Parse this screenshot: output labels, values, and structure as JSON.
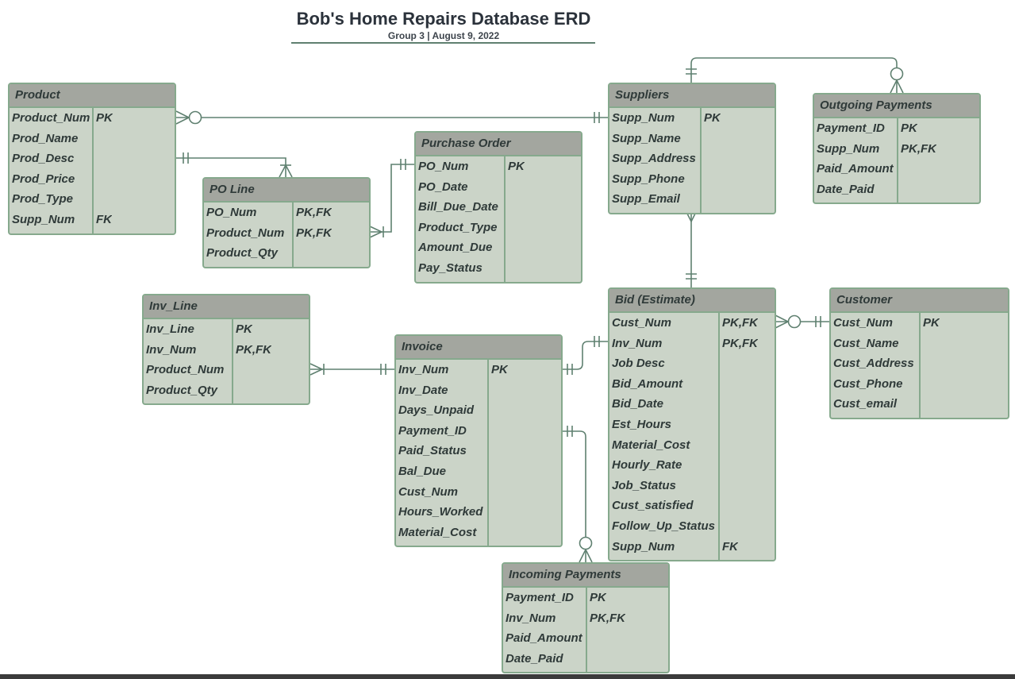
{
  "title": "Bob's Home Repairs Database ERD",
  "subtitle": "Group 3  |  August 9, 2022",
  "colors": {
    "entity_fill": "#cbd4c8",
    "entity_header": "#a3a69f",
    "entity_border": "#86a98d",
    "connector": "#5f8070",
    "text": "#2f3a39"
  },
  "entities": [
    {
      "id": "product",
      "title": "Product",
      "fields": [
        {
          "name": "Product_Num",
          "key": "PK"
        },
        {
          "name": "Prod_Name",
          "key": ""
        },
        {
          "name": "Prod_Desc",
          "key": ""
        },
        {
          "name": "Prod_Price",
          "key": ""
        },
        {
          "name": "Prod_Type",
          "key": ""
        },
        {
          "name": "Supp_Num",
          "key": "FK"
        }
      ]
    },
    {
      "id": "po-line",
      "title": "PO Line",
      "fields": [
        {
          "name": "PO_Num",
          "key": "PK,FK"
        },
        {
          "name": "Product_Num",
          "key": "PK,FK"
        },
        {
          "name": "Product_Qty",
          "key": ""
        }
      ]
    },
    {
      "id": "purchase-order",
      "title": "Purchase Order",
      "fields": [
        {
          "name": "PO_Num",
          "key": "PK"
        },
        {
          "name": "PO_Date",
          "key": ""
        },
        {
          "name": "Bill_Due_Date",
          "key": ""
        },
        {
          "name": "Product_Type",
          "key": ""
        },
        {
          "name": "Amount_Due",
          "key": ""
        },
        {
          "name": "Pay_Status",
          "key": ""
        }
      ]
    },
    {
      "id": "suppliers",
      "title": "Suppliers",
      "fields": [
        {
          "name": "Supp_Num",
          "key": "PK"
        },
        {
          "name": "Supp_Name",
          "key": ""
        },
        {
          "name": "Supp_Address",
          "key": ""
        },
        {
          "name": "Supp_Phone",
          "key": ""
        },
        {
          "name": "Supp_Email",
          "key": ""
        }
      ]
    },
    {
      "id": "outgoing-payments",
      "title": "Outgoing Payments",
      "fields": [
        {
          "name": "Payment_ID",
          "key": "PK"
        },
        {
          "name": "Supp_Num",
          "key": "PK,FK"
        },
        {
          "name": "Paid_Amount",
          "key": ""
        },
        {
          "name": "Date_Paid",
          "key": ""
        }
      ]
    },
    {
      "id": "inv-line",
      "title": "Inv_Line",
      "fields": [
        {
          "name": "Inv_Line",
          "key": "PK"
        },
        {
          "name": "Inv_Num",
          "key": "PK,FK"
        },
        {
          "name": "Product_Num",
          "key": ""
        },
        {
          "name": "Product_Qty",
          "key": ""
        }
      ]
    },
    {
      "id": "invoice",
      "title": "Invoice",
      "fields": [
        {
          "name": "Inv_Num",
          "key": "PK"
        },
        {
          "name": "Inv_Date",
          "key": ""
        },
        {
          "name": "Days_Unpaid",
          "key": ""
        },
        {
          "name": "Payment_ID",
          "key": ""
        },
        {
          "name": "Paid_Status",
          "key": ""
        },
        {
          "name": "Bal_Due",
          "key": ""
        },
        {
          "name": "Cust_Num",
          "key": ""
        },
        {
          "name": "Hours_Worked",
          "key": ""
        },
        {
          "name": "Material_Cost",
          "key": ""
        }
      ]
    },
    {
      "id": "bid-estimate",
      "title": "Bid (Estimate)",
      "fields": [
        {
          "name": "Cust_Num",
          "key": "PK,FK"
        },
        {
          "name": "Inv_Num",
          "key": "PK,FK"
        },
        {
          "name": "Job Desc",
          "key": ""
        },
        {
          "name": "Bid_Amount",
          "key": ""
        },
        {
          "name": "Bid_Date",
          "key": ""
        },
        {
          "name": "Est_Hours",
          "key": ""
        },
        {
          "name": "Material_Cost",
          "key": ""
        },
        {
          "name": "Hourly_Rate",
          "key": ""
        },
        {
          "name": "Job_Status",
          "key": ""
        },
        {
          "name": "Cust_satisfied",
          "key": ""
        },
        {
          "name": "Follow_Up_Status",
          "key": ""
        },
        {
          "name": "Supp_Num",
          "key": "FK"
        }
      ]
    },
    {
      "id": "customer",
      "title": "Customer",
      "fields": [
        {
          "name": "Cust_Num",
          "key": "PK"
        },
        {
          "name": "Cust_Name",
          "key": ""
        },
        {
          "name": "Cust_Address",
          "key": ""
        },
        {
          "name": "Cust_Phone",
          "key": ""
        },
        {
          "name": "Cust_email",
          "key": ""
        }
      ]
    },
    {
      "id": "incoming-payments",
      "title": "Incoming Payments",
      "fields": [
        {
          "name": "Payment_ID",
          "key": "PK"
        },
        {
          "name": "Inv_Num",
          "key": "PK,FK"
        },
        {
          "name": "Paid_Amount",
          "key": ""
        },
        {
          "name": "Date_Paid",
          "key": ""
        }
      ]
    }
  ],
  "relationships": [
    {
      "from": "product",
      "to": "suppliers",
      "from_end": "zero-or-many",
      "to_end": "one-and-only-one"
    },
    {
      "from": "product",
      "to": "po-line",
      "from_end": "one-and-only-one",
      "to_end": "one-or-many"
    },
    {
      "from": "po-line",
      "to": "purchase-order",
      "from_end": "one-or-many",
      "to_end": "one-and-only-one"
    },
    {
      "from": "suppliers",
      "to": "outgoing-payments",
      "from_end": "one-and-only-one",
      "to_end": "zero-or-many"
    },
    {
      "from": "suppliers",
      "to": "bid-estimate",
      "from_end": "many",
      "to_end": "one-and-only-one"
    },
    {
      "from": "bid-estimate",
      "to": "customer",
      "from_end": "zero-or-many",
      "to_end": "one-and-only-one"
    },
    {
      "from": "inv-line",
      "to": "invoice",
      "from_end": "one-or-many",
      "to_end": "one-and-only-one"
    },
    {
      "from": "invoice",
      "to": "bid-estimate",
      "from_end": "one-and-only-one",
      "to_end": "one-and-only-one"
    },
    {
      "from": "invoice",
      "to": "incoming-payments",
      "from_end": "one-and-only-one",
      "to_end": "zero-or-many"
    }
  ]
}
